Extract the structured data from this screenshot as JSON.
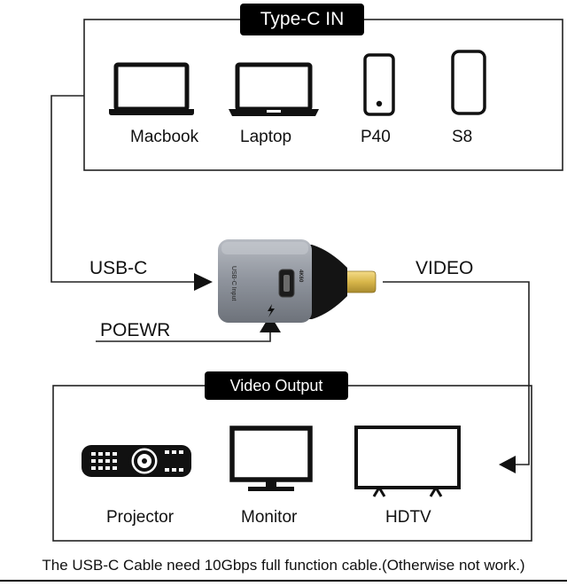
{
  "input_section": {
    "title": "Type-C IN",
    "devices": [
      "Macbook",
      "Laptop",
      "P40",
      "S8"
    ]
  },
  "connections": {
    "usb_c_label": "USB-C",
    "power_label": "POEWR",
    "video_label": "VIDEO"
  },
  "adapter": {
    "body_text": "USB-C Input",
    "port_label": "4K60"
  },
  "output_section": {
    "title": "Video Output",
    "devices": [
      "Projector",
      "Monitor",
      "HDTV"
    ]
  },
  "footnote": "The USB-C Cable need 10Gbps full function cable.(Otherwise not work.)",
  "colors": {
    "line": "#222222",
    "label_bg": "#000000",
    "label_text": "#ffffff",
    "adapter_body": "#8e939c",
    "adapter_plug": "#d8b64a"
  }
}
